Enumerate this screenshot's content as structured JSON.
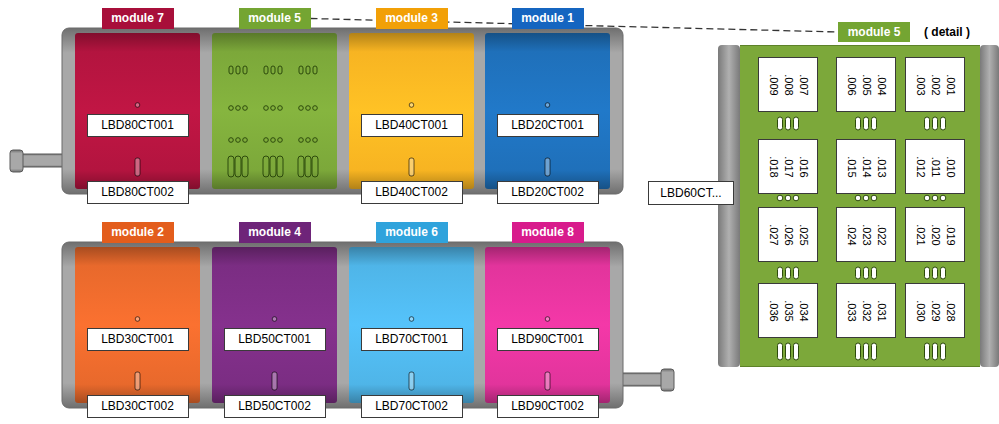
{
  "diagram": {
    "nodes": [
      {
        "text": [
          "module 7"
        ]
      },
      {
        "text": [
          "LBD80CT001"
        ],
        "in": 0
      },
      {
        "text": [
          "LBD80CT002"
        ],
        "in": 0
      },
      {
        "text": [
          "module 5"
        ]
      },
      {
        "text": [
          "module 3"
        ]
      },
      {
        "text": [
          "LBD40CT001"
        ],
        "in": 4
      },
      {
        "text": [
          "LBD40CT002"
        ],
        "in": 4
      },
      {
        "text": [
          "module 1"
        ]
      },
      {
        "text": [
          "LBD20CT001"
        ],
        "in": 7
      },
      {
        "text": [
          "LBD20CT002"
        ],
        "in": 7
      },
      {
        "text": [
          "module 2"
        ]
      },
      {
        "text": [
          "LBD30CT001"
        ],
        "in": 10
      },
      {
        "text": [
          "LBD30CT002"
        ],
        "in": 10
      },
      {
        "text": [
          "module 4"
        ]
      },
      {
        "text": [
          "LBD50CT001"
        ],
        "in": 13
      },
      {
        "text": [
          "LBD50CT002"
        ],
        "in": 13
      },
      {
        "text": [
          "module 6"
        ]
      },
      {
        "text": [
          "LBD70CT001"
        ],
        "in": 16
      },
      {
        "text": [
          "LBD70CT002"
        ],
        "in": 16
      },
      {
        "text": [
          "module 8"
        ]
      },
      {
        "text": [
          "LBD90CT001"
        ],
        "in": 19
      },
      {
        "text": [
          "LBD90CT002"
        ],
        "in": 19
      },
      {
        "text": [
          "module 5",
          "( detail )"
        ]
      },
      {
        "text": [
          "LBD60CT..."
        ],
        "in": 22
      },
      {
        "text": [
          ".009",
          ".008",
          ".007"
        ],
        "in": 22
      },
      {
        "text": [
          ".006",
          ".005",
          ".004"
        ],
        "in": 22
      },
      {
        "text": [
          ".003",
          ".002",
          ".001"
        ],
        "in": 22
      },
      {
        "text": [
          ".018",
          ".017",
          ".016"
        ],
        "in": 22
      },
      {
        "text": [
          ".015",
          ".014",
          ".013"
        ],
        "in": 22
      },
      {
        "text": [
          ".012",
          ".011",
          ".010"
        ],
        "in": 22
      },
      {
        "text": [
          ".027",
          ".026",
          ".025"
        ],
        "in": 22
      },
      {
        "text": [
          ".024",
          ".023",
          ".022"
        ],
        "in": 22
      },
      {
        "text": [
          ".021",
          ".020",
          ".019"
        ],
        "in": 22
      },
      {
        "text": [
          ".036",
          ".035",
          ".034"
        ],
        "in": 22
      },
      {
        "text": [
          ".033",
          ".032",
          ".031"
        ],
        "in": 22
      },
      {
        "text": [
          ".030",
          ".029",
          ".028"
        ],
        "in": 22
      }
    ],
    "edges": [
      {
        "from": 3,
        "to": 22,
        "arrow": "none"
      }
    ]
  }
}
